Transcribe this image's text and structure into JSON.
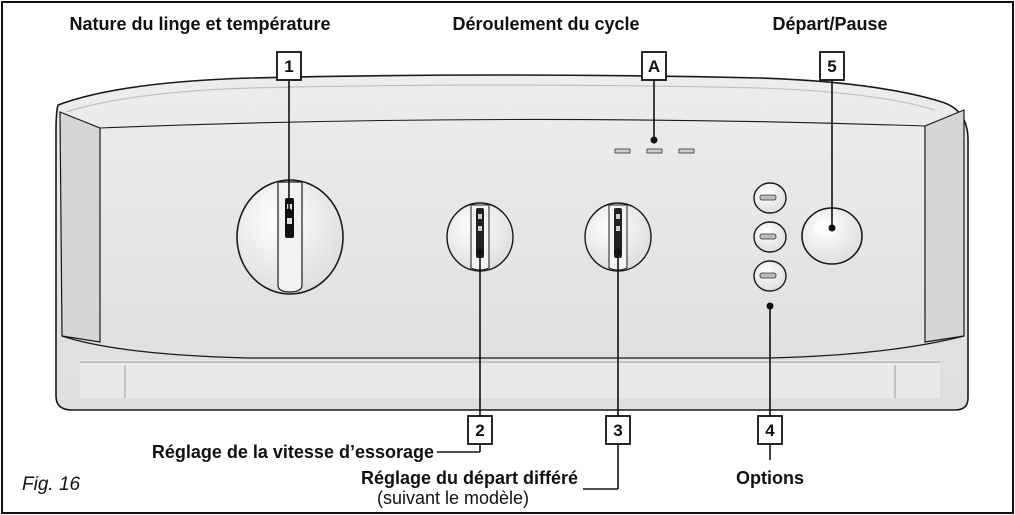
{
  "labels": {
    "nature": "Nature du linge et température",
    "cycle": "Déroulement du cycle",
    "start": "Départ/Pause",
    "spin": "Réglage de la vitesse d’essorage",
    "delay": "Réglage du départ différé",
    "delay_note": "(suivant le modèle)",
    "options": "Options",
    "figure": "Fig. 16"
  },
  "callouts": {
    "dial_main": "1",
    "spin_knob": "2",
    "delay_knob": "3",
    "options_buttons": "4",
    "start_button": "5",
    "cycle_leds": "A"
  },
  "colors": {
    "panel": "#e6e6e6",
    "panel_dark": "#d2d2d2",
    "outline": "#1a1a1a",
    "knob": "#f7f7f7"
  }
}
